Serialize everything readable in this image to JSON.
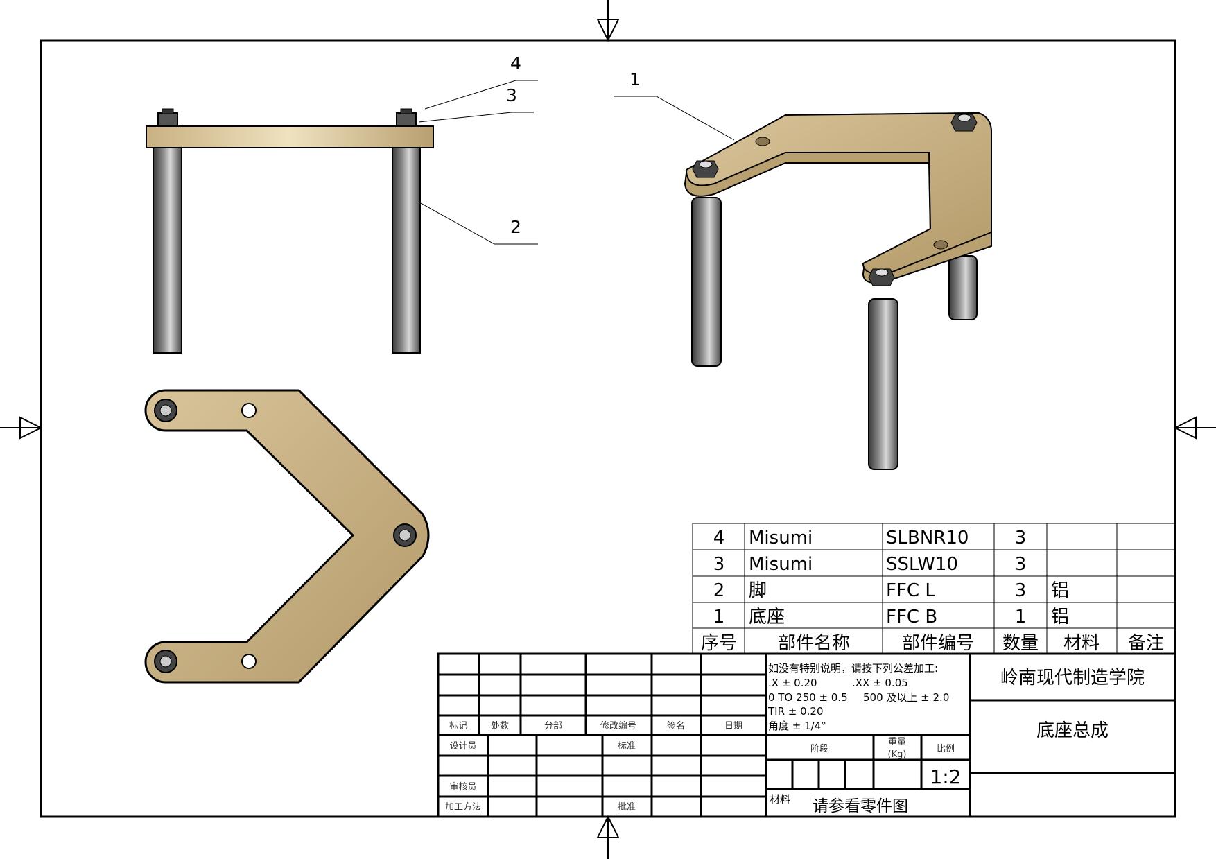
{
  "balloons": {
    "b1": "1",
    "b2": "2",
    "b3": "3",
    "b4": "4"
  },
  "bom": {
    "rows": [
      {
        "no": "4",
        "name": "Misumi",
        "code": "SLBNR10",
        "qty": "3",
        "material": "",
        "note": ""
      },
      {
        "no": "3",
        "name": "Misumi",
        "code": "SSLW10",
        "qty": "3",
        "material": "",
        "note": ""
      },
      {
        "no": "2",
        "name": "脚",
        "code": "FFC L",
        "qty": "3",
        "material": "铝",
        "note": ""
      },
      {
        "no": "1",
        "name": "底座",
        "code": "FFC B",
        "qty": "1",
        "material": "铝",
        "note": ""
      }
    ],
    "headers": {
      "no": "序号",
      "name": "部件名称",
      "code": "部件编号",
      "qty": "数量",
      "material": "材料",
      "note": "备注"
    }
  },
  "title_block": {
    "rev_headers": [
      "标记",
      "处数",
      "分部",
      "修改编号",
      "签名",
      "日期"
    ],
    "designer": "设计员",
    "standard": "标准",
    "checker": "审核员",
    "process": "加工方法",
    "approve": "批准",
    "tolerance": {
      "line1": "如没有特别说明，请按下列公差加工:",
      "x1": ".X ± 0.20",
      "xx": ".XX ± 0.05",
      "range1": "0 TO 250 ± 0.5",
      "range2": "500 及以上 ± 2.0",
      "tir": "TIR ± 0.20",
      "angle": "角度 ± 1/4°"
    },
    "stage": "阶段",
    "weight": "重量",
    "weight_unit": "(Kg)",
    "scale_label": "比例",
    "scale": "1:2",
    "material_label": "材料",
    "material_value": "请参看零件图",
    "school": "岭南现代制造学院",
    "drawing_title": "底座总成"
  },
  "colors": {
    "part": "#cdb88e",
    "part_dark": "#9c865c",
    "leg": "#6e6e6e"
  }
}
